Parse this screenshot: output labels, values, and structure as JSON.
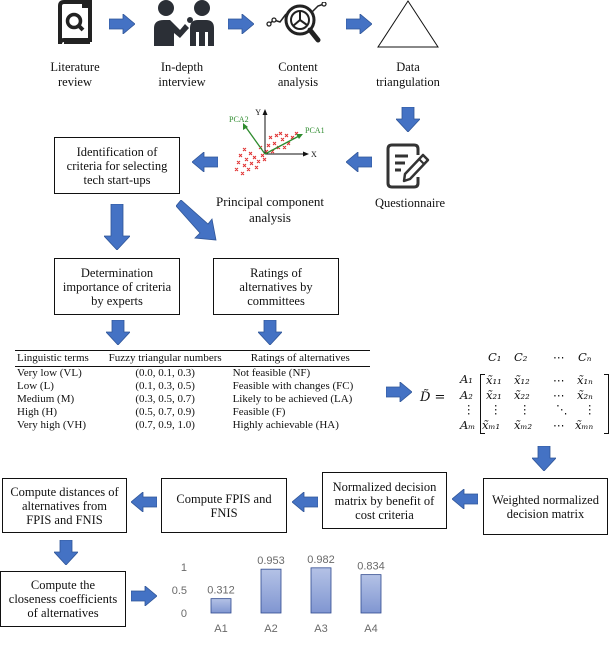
{
  "colors": {
    "arrow": "#4472c4",
    "arrow_edge": "#2f5597",
    "bar_top": "#b4c2e6",
    "bar_bottom": "#8096d1",
    "bar_edge": "#2f4a8f",
    "chart_text": "#6a6a6a",
    "icon": "#222222",
    "pca_axis": "#2e8b2e",
    "pca_points": "#e03030"
  },
  "top_steps": [
    {
      "icon": "book-search-icon",
      "label_line1": "Literature",
      "label_line2": "review"
    },
    {
      "icon": "interview-icon",
      "label_line1": "In-depth",
      "label_line2": "interview"
    },
    {
      "icon": "content-analysis-icon",
      "label_line1": "Content",
      "label_line2": "analysis"
    },
    {
      "icon": "triangle-icon",
      "label_line1": "Data",
      "label_line2": "triangulation"
    }
  ],
  "questionnaire": {
    "icon": "questionnaire-icon",
    "label": "Questionnaire"
  },
  "pca": {
    "label_line1": "Principal component",
    "label_line2": "analysis",
    "axis_y": "Y",
    "axis_x": "X",
    "pc1": "PCA1",
    "pc2": "PCA2"
  },
  "boxes": {
    "identification": [
      "Identification of",
      "criteria for selecting",
      "tech start-ups"
    ],
    "determination": [
      "Determination",
      "importance of criteria",
      "by experts"
    ],
    "ratings": [
      "Ratings of",
      "alternatives by",
      "committees"
    ],
    "weighted": [
      "Weighted normalized",
      "decision matrix"
    ],
    "normalized": [
      "Normalized decision",
      "matrix by benefit of",
      "cost criteria"
    ],
    "fpis": [
      "Compute FPIS and",
      "FNIS"
    ],
    "distances": [
      "Compute distances of",
      "alternatives from",
      "FPIS and FNIS"
    ],
    "closeness": [
      "Compute the",
      "closeness coefficients",
      "of alternatives"
    ]
  },
  "fuzzy_table": {
    "headers": [
      "Linguistic terms",
      "Fuzzy triangular numbers",
      "Ratings of alternatives"
    ],
    "rows": [
      [
        "Very low  (VL)",
        "(0.0, 0.1, 0.3)",
        "Not feasible (NF)"
      ],
      [
        "Low (L)",
        "(0.1, 0.3, 0.5)",
        "Feasible with changes (FC)"
      ],
      [
        "Medium (M)",
        "(0.3, 0.5, 0.7)",
        "Likely to be achieved  (LA)"
      ],
      [
        "High (H)",
        "(0.5, 0.7, 0.9)",
        "Feasible (F)"
      ],
      [
        "Very high (VH)",
        "(0.7, 0.9, 1.0)",
        "Highly achievable (HA)"
      ]
    ]
  },
  "matrix": {
    "lhs": "D̃ =",
    "col_headers": [
      "C₁",
      "C₂",
      "⋯",
      "Cₙ"
    ],
    "row_headers": [
      "A₁",
      "A₂",
      "⋮",
      "Aₘ"
    ],
    "cells": [
      [
        "x̃₁₁",
        "x̃₁₂",
        "⋯",
        "x̃₁ₙ"
      ],
      [
        "x̃₂₁",
        "x̃₂₂",
        "⋯",
        "x̃₂ₙ"
      ],
      [
        "⋮",
        "⋮",
        "⋱",
        "⋮"
      ],
      [
        "x̃ₘ₁",
        "x̃ₘ₂",
        "⋯",
        "x̃ₘₙ"
      ]
    ]
  },
  "chart_data": {
    "type": "bar",
    "title": "",
    "xlabel": "",
    "ylabel": "",
    "categories": [
      "A1",
      "A2",
      "A3",
      "A4"
    ],
    "values": [
      0.312,
      0.953,
      0.982,
      0.834
    ],
    "data_labels": [
      "0.312",
      "0.953",
      "0.982",
      "0.834"
    ],
    "yticks": [
      "0",
      "0.5",
      "1"
    ],
    "ylim": [
      0,
      1
    ],
    "grid": false,
    "legend": "none"
  }
}
